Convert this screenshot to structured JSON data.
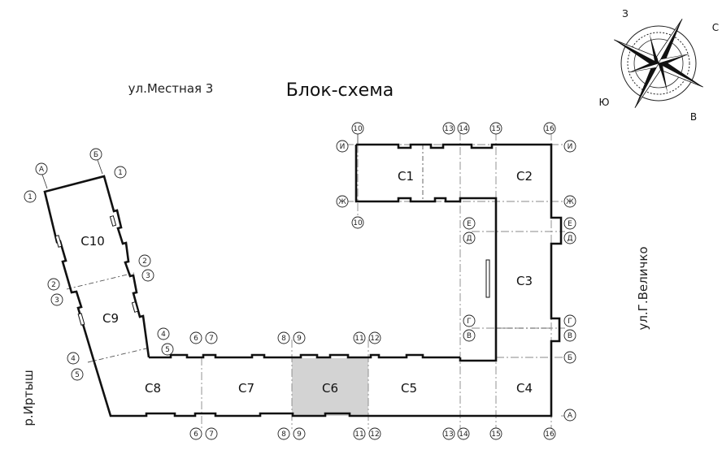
{
  "title": "Блок-схема",
  "streets": {
    "top": "ул.Местная 3",
    "right": "ул.Г.Величко",
    "left": "р.Иртыш"
  },
  "compass": {
    "north": "С",
    "south": "Ю",
    "east": "В",
    "west": "З"
  },
  "sections": [
    {
      "id": "C1",
      "label": "С1",
      "highlighted": false
    },
    {
      "id": "C2",
      "label": "С2",
      "highlighted": false
    },
    {
      "id": "C3",
      "label": "С3",
      "highlighted": false
    },
    {
      "id": "C4",
      "label": "С4",
      "highlighted": false
    },
    {
      "id": "C5",
      "label": "С5",
      "highlighted": false
    },
    {
      "id": "C6",
      "label": "С6",
      "highlighted": true
    },
    {
      "id": "C7",
      "label": "С7",
      "highlighted": false
    },
    {
      "id": "C8",
      "label": "С8",
      "highlighted": false
    },
    {
      "id": "C9",
      "label": "С9",
      "highlighted": false
    },
    {
      "id": "C10",
      "label": "С10",
      "highlighted": false
    }
  ],
  "axes": {
    "numeric": [
      "1",
      "2",
      "3",
      "4",
      "5",
      "6",
      "7",
      "8",
      "9",
      "10",
      "11",
      "12",
      "13",
      "14",
      "15",
      "16"
    ],
    "letters": [
      "А",
      "Б",
      "В",
      "Г",
      "Д",
      "Е",
      "Ж",
      "И"
    ]
  },
  "colors": {
    "highlight": "#d3d3d3",
    "wall": "#111111"
  }
}
